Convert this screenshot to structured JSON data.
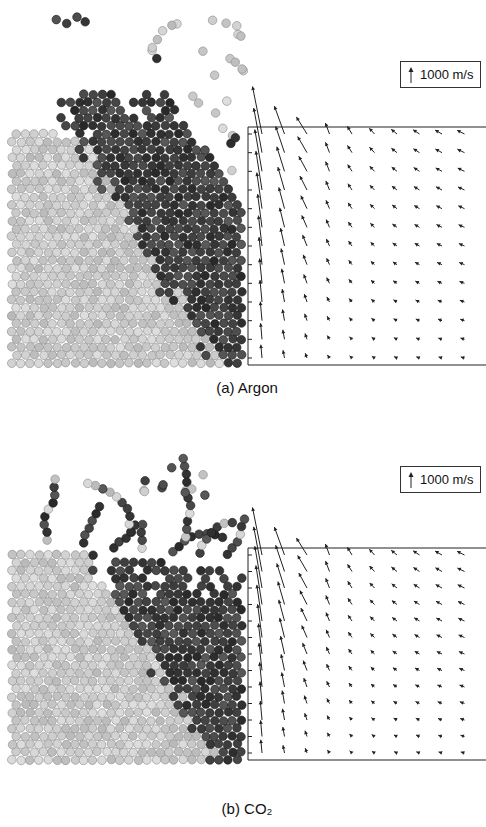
{
  "diagram": {
    "labels": [
      "(a) Argon",
      "(b) CO₂"
    ],
    "legend": [
      {
        "text": "1000 m/s"
      },
      {
        "text": "1000 m/s"
      }
    ]
  }
}
